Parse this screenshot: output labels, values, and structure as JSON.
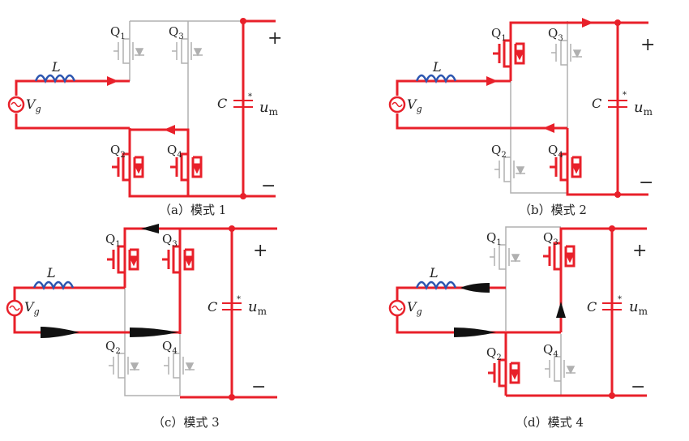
{
  "colors": {
    "active": "#e8202a",
    "inactive": "#b0b0b0",
    "arrow_dark": "#111111",
    "inductor": "#2c55b0"
  },
  "labels": {
    "L": "L",
    "V": "V",
    "V_sub": "g",
    "C": "C",
    "u": "u",
    "u_sub": "m",
    "plus": "+",
    "minus": "−",
    "Q": "Q",
    "star": "*"
  },
  "panels": [
    {
      "caption": "（a）模式 1",
      "q_labels": [
        "1",
        "3",
        "2",
        "4"
      ]
    },
    {
      "caption": "（b）模式 2",
      "q_labels": [
        "1",
        "3",
        "2",
        "4"
      ]
    },
    {
      "caption": "（c）模式 3",
      "q_labels": [
        "1",
        "3",
        "2",
        "4"
      ]
    },
    {
      "caption": "（d）模式 4",
      "q_labels": [
        "1",
        "3",
        "2",
        "4"
      ]
    }
  ]
}
